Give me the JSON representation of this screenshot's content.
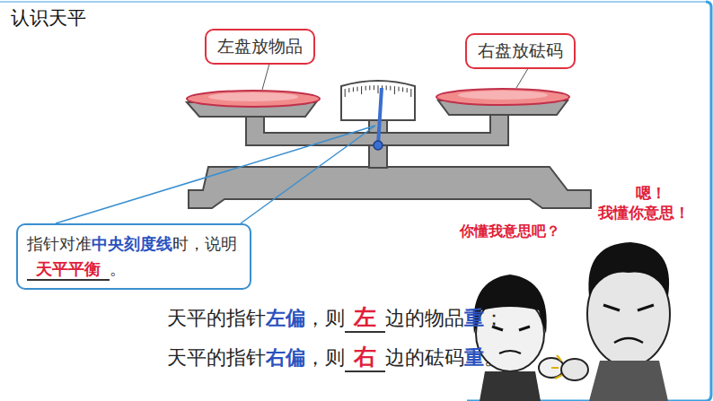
{
  "diagram": {
    "title": "认识天平",
    "nodes": [
      {
        "text": [
          "左盘放物品"
        ]
      },
      {
        "text": [
          "右盘放砝码"
        ]
      },
      {
        "text": [
          "指针对准",
          "中央刻度线",
          "时，说明",
          "天平平衡",
          "。"
        ]
      }
    ],
    "labels": [
      "天平的指针",
      "左偏",
      "，则",
      "左",
      "边的物品",
      "重",
      "；",
      "天平的指针",
      "右偏",
      "，则",
      "右",
      "边的砝码",
      "重",
      "。",
      "你懂我意思吧？",
      "嗯！",
      "我懂你意思！"
    ]
  }
}
